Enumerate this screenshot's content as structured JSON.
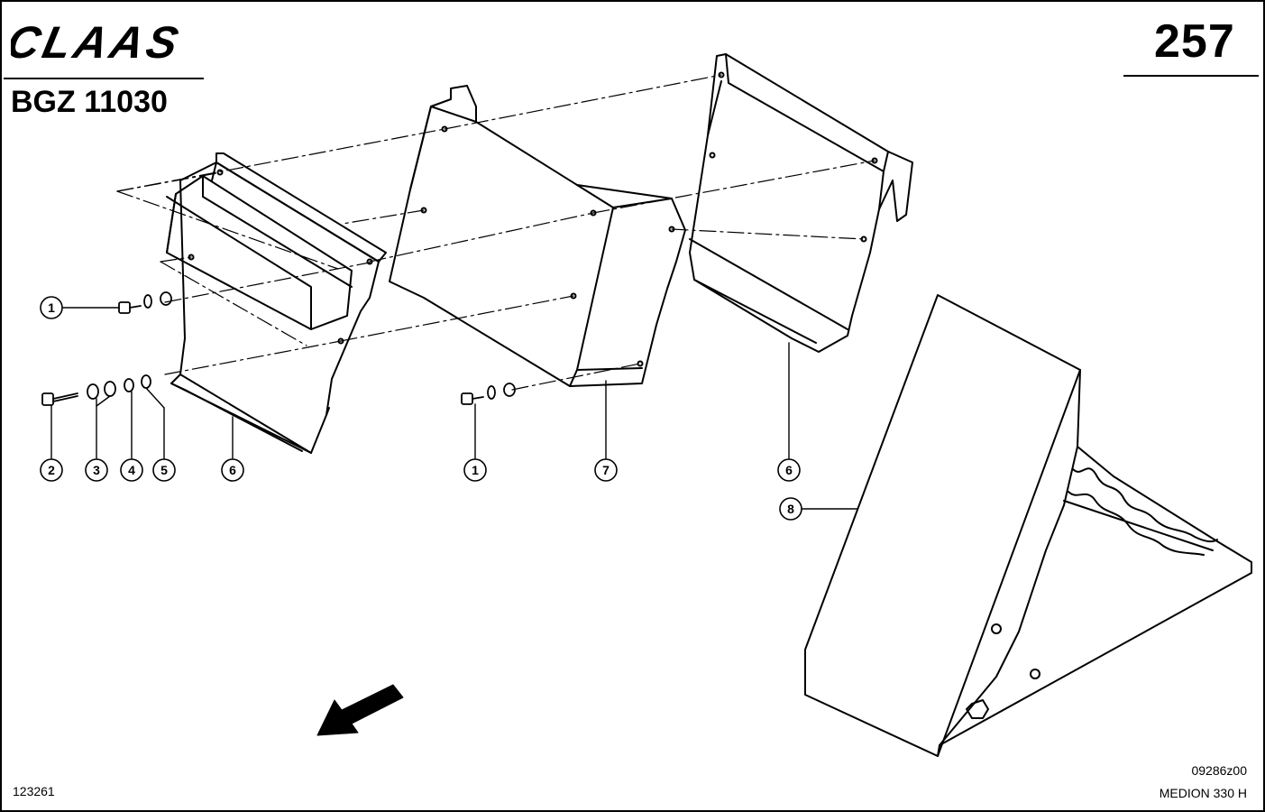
{
  "header": {
    "brand": "CLAAS",
    "page_number": "257",
    "group_code": "BGZ 11030"
  },
  "footer": {
    "left_code": "123261",
    "drawing_ref": "09286z00",
    "model": "MEDION 330 H"
  },
  "callouts": [
    "1",
    "2",
    "3",
    "4",
    "5",
    "6",
    "1",
    "7",
    "6",
    "8"
  ],
  "colors": {
    "ink": "#000000",
    "paper": "#ffffff"
  }
}
